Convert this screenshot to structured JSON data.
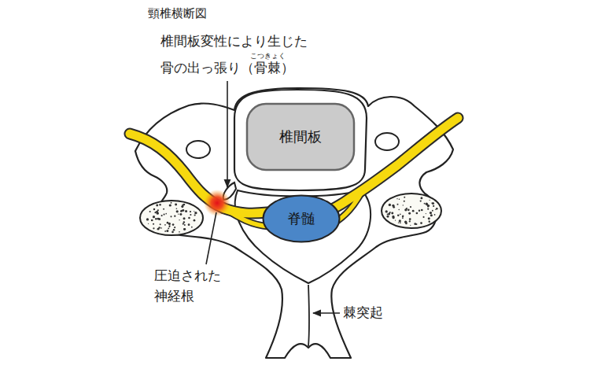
{
  "diagram": {
    "title": "頸椎横断図",
    "nodes": [
      {
        "text": [
          "椎間板"
        ]
      },
      {
        "text": [
          "脊髄"
        ]
      }
    ],
    "labels": [
      "椎間板変性により生じた",
      "骨の出っ張り（骨棘）",
      "こつきょく",
      "圧迫された",
      "神経根",
      "棘突起"
    ]
  }
}
